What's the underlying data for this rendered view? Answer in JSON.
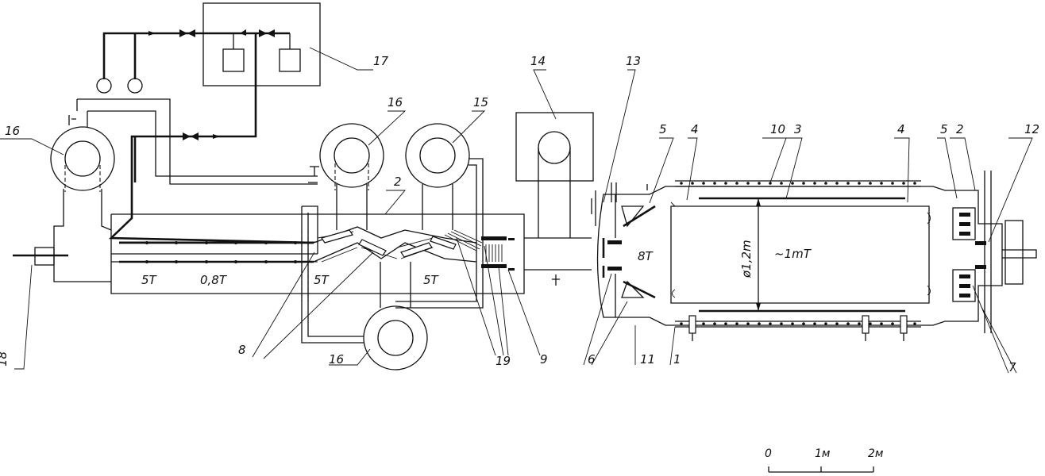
{
  "callouts": {
    "c1": "1",
    "c2a": "2",
    "c2b": "2",
    "c3": "3",
    "c4a": "4",
    "c4b": "4",
    "c5a": "5",
    "c5b": "5",
    "c6": "6",
    "c7": "7",
    "c8": "8",
    "c9": "9",
    "c10": "10",
    "c11": "11",
    "c12": "12",
    "c13": "13",
    "c14": "14",
    "c15": "15",
    "c16a": "16",
    "c16b": "16",
    "c16c": "16",
    "c17": "17",
    "c18": "18",
    "c19": "19"
  },
  "field_labels": {
    "f5t_a": "5T",
    "f08t": "0,8T",
    "f5t_b": "5T",
    "f5t_c": "5T",
    "f8t": "8T",
    "diameter": "ø1,2m",
    "chamber_field": "~1mT"
  },
  "scale": {
    "s0": "0",
    "s1": "1м",
    "s2": "2м"
  }
}
